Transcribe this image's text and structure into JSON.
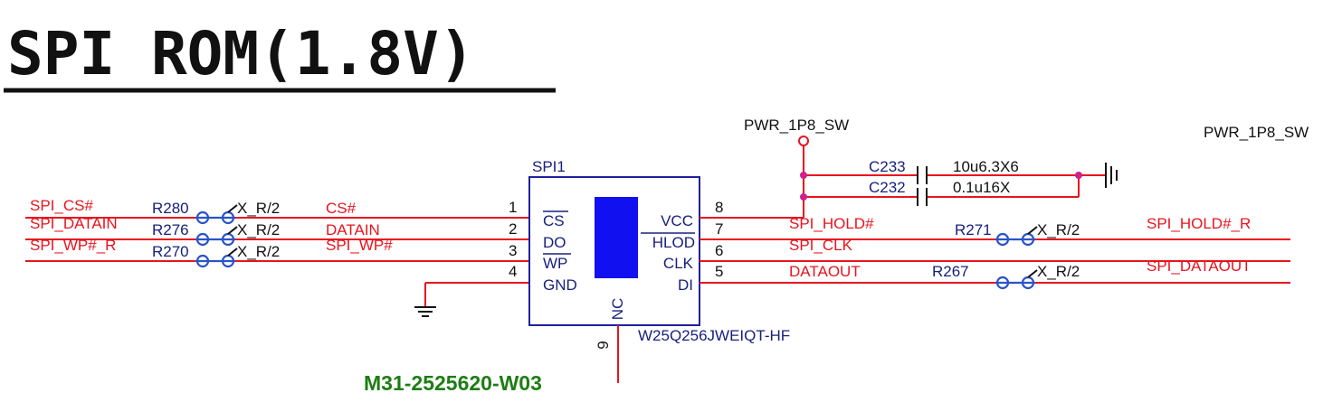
{
  "title": "SPI ROM(1.8V)",
  "power": {
    "net_top": "PWR_1P8_SW",
    "net_right": "PWR_1P8_SW"
  },
  "capacitors": [
    {
      "ref": "C233",
      "value": "10u6.3X6"
    },
    {
      "ref": "C232",
      "value": "0.1u16X"
    }
  ],
  "chip": {
    "ref": "SPI1",
    "part": "W25Q256JWEIQT-HF",
    "part_number": "M31-2525620-W03",
    "nc_label": "NC",
    "pins_left": [
      {
        "num": "1",
        "name": "CS"
      },
      {
        "num": "2",
        "name": "DO"
      },
      {
        "num": "3",
        "name": "WP"
      },
      {
        "num": "4",
        "name": "GND"
      }
    ],
    "pins_right": [
      {
        "num": "8",
        "name": "VCC"
      },
      {
        "num": "7",
        "name": "HLOD"
      },
      {
        "num": "6",
        "name": "CLK"
      },
      {
        "num": "5",
        "name": "DI"
      }
    ],
    "pin_bottom": "9"
  },
  "left_nets": [
    {
      "net": "SPI_CS#",
      "ref": "R280",
      "value": "X_R/2",
      "local": "CS#"
    },
    {
      "net": "SPI_DATAIN",
      "ref": "R276",
      "value": "X_R/2",
      "local": "DATAIN"
    },
    {
      "net": "SPI_WP#_R",
      "ref": "R270",
      "value": "X_R/2",
      "local": "SPI_WP#"
    }
  ],
  "right_nets": [
    {
      "local": "SPI_HOLD#",
      "ref": "R271",
      "value": "X_R/2",
      "net": "SPI_HOLD#_R"
    },
    {
      "local": "SPI_CLK"
    },
    {
      "local": "DATAOUT",
      "ref": "R267",
      "value": "X_R/2",
      "net": "SPI_DATAOUT"
    }
  ],
  "colors": {
    "net": "#e8141e",
    "component": "#18207e",
    "part_number": "#1e7d14",
    "chip_fill": "#1010f0",
    "chip_body": "#2020a0"
  }
}
